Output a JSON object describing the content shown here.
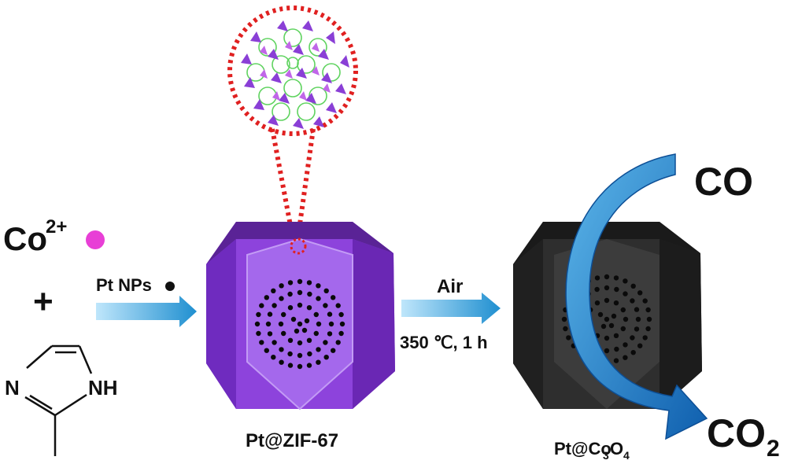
{
  "reactants": {
    "cobalt_ion": {
      "symbol": "Co",
      "charge": "2+",
      "dot_color": "#e83fd6"
    },
    "plus": "+",
    "ligand": {
      "atom_n": "N",
      "atom_nh": "NH"
    }
  },
  "step1": {
    "label": "Pt NPs",
    "arrow_color": "#1f8fd0"
  },
  "product1": {
    "label": "Pt@ZIF-67",
    "color": "#8a3fd6"
  },
  "step2": {
    "label_top": "Air",
    "label_bottom": "350 ℃, 1 h",
    "arrow_color": "#1f8fd0"
  },
  "product2": {
    "label_prefix": "Pt@Co",
    "sub1": "3",
    "label_mid": "O",
    "sub2": "4",
    "color": "#2b2b2b"
  },
  "reaction": {
    "reactant": "CO",
    "product_prefix": "CO",
    "product_sub": "2",
    "arrow_color": "#1a78c8"
  },
  "zoom_outline_color": "#e02020"
}
